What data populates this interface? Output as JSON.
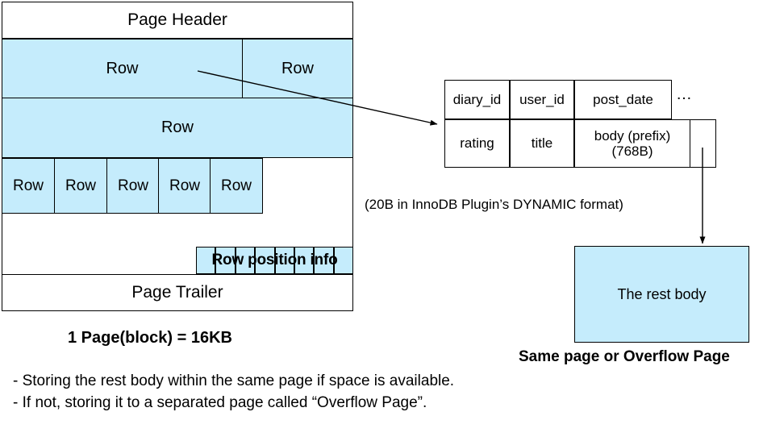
{
  "diagram": {
    "title": "InnoDB page and row overflow layout",
    "accent_color": "#c5ecfc",
    "line_color": "#000000"
  },
  "page_block": {
    "header_label": "Page Header",
    "trailer_label": "Page Trailer",
    "big_rows": [
      {
        "label": "Row"
      },
      {
        "label": "Row"
      },
      {
        "label": "Row"
      }
    ],
    "small_rows": [
      {
        "label": "Row"
      },
      {
        "label": "Row"
      },
      {
        "label": "Row"
      },
      {
        "label": "Row"
      },
      {
        "label": "Row"
      }
    ],
    "row_position_info_label": "Row position info",
    "row_position_info_cells": 8,
    "caption": "1 Page(block) = 16KB"
  },
  "record": {
    "row_one": [
      {
        "label": "diary_id"
      },
      {
        "label": "user_id"
      },
      {
        "label": "post_date"
      }
    ],
    "ellipsis": "…",
    "row_two": [
      {
        "label": "rating"
      },
      {
        "label": "title"
      }
    ],
    "body_line1": "body (prefix)",
    "body_line2": "(768B)",
    "pointer_note": "(20B in InnoDB Plugin’s DYNAMIC format)"
  },
  "overflow": {
    "box_label": "The rest body",
    "caption": "Same page or Overflow Page"
  },
  "notes": [
    "- Storing the rest body within the same page if space is available.",
    "- If not, storing it to a separated page called “Overflow Page”."
  ]
}
